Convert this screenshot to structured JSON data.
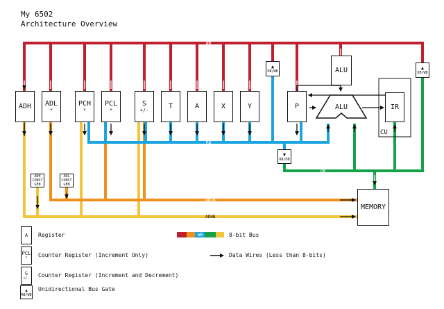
{
  "title": {
    "line1": "My 6502",
    "line2": "Architecture Overview"
  },
  "registers": [
    {
      "name": "ADH",
      "sub": ""
    },
    {
      "name": "ADL",
      "sub": "*"
    },
    {
      "name": "PCH",
      "sub": "*"
    },
    {
      "name": "PCL",
      "sub": "*"
    },
    {
      "name": "S",
      "sub": "+/-"
    },
    {
      "name": "T",
      "sub": ""
    },
    {
      "name": "A",
      "sub": ""
    },
    {
      "name": "X",
      "sub": ""
    },
    {
      "name": "Y",
      "sub": ""
    },
    {
      "name": "P",
      "sub": ""
    }
  ],
  "alu_top": "ALU",
  "alu_main": "ALU",
  "ir": "IR",
  "cu": "CU",
  "memory": "MEMORY",
  "gates": {
    "rb_wb": "RB/WB",
    "db_wb": "DB/WB",
    "rb_db": "RB/DB"
  },
  "const_gens": [
    {
      "line1": "ADH",
      "line2": "CONST",
      "line3": "GEN"
    },
    {
      "line1": "ADL",
      "line2": "CONST",
      "line3": "GEN"
    }
  ],
  "buses": {
    "wb": "WB",
    "rb": "RB",
    "db": "DB",
    "adlb": "ADLB",
    "adhb": "ADHB"
  },
  "colors": {
    "wb": "#c0202e",
    "rb": "#1aa4e0",
    "db": "#15a34a",
    "adlb": "#f0901c",
    "adhb": "#f4c43c"
  },
  "legend": {
    "register_box": "A",
    "register": "Register",
    "counter_box": "PCL",
    "counter_box_sub": "*",
    "counter": "Counter Register (Increment Only)",
    "updown_box": "S",
    "updown_box_sub": "+/-",
    "updown": "Counter Register (Increment and Decrement)",
    "gate_box": "RB/WB",
    "gate": "Unidirectional Bus Gate",
    "bus_sample": "WB",
    "bus": "8-bit Bus",
    "wires": "Data Wires (Less than 8-bits)"
  }
}
